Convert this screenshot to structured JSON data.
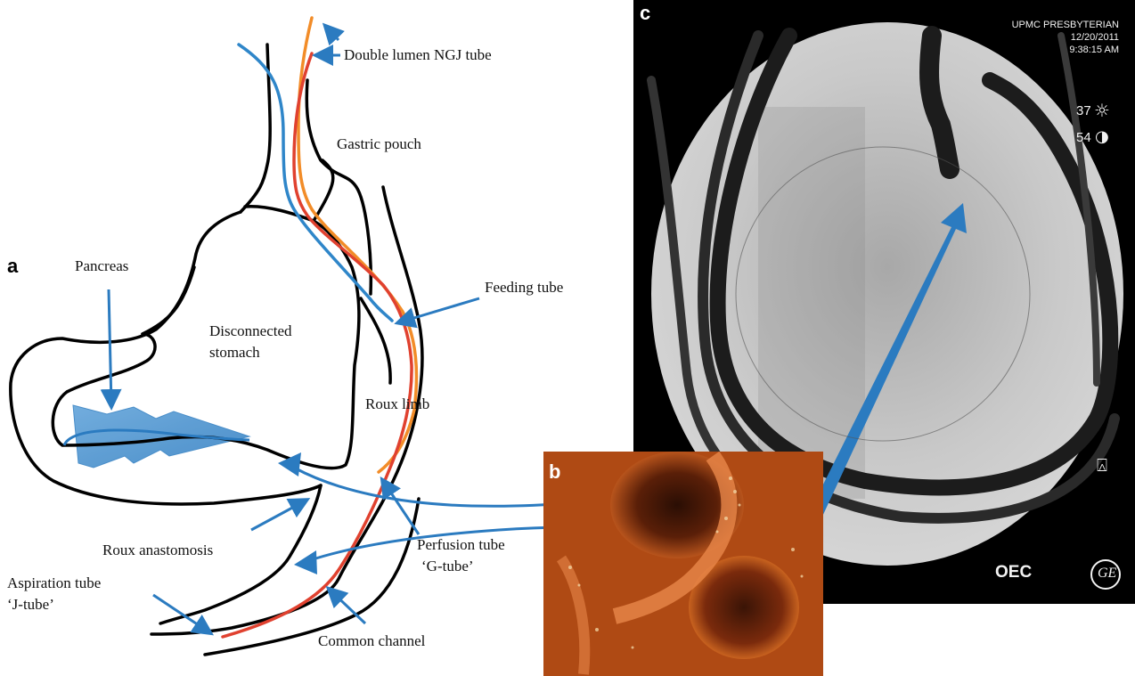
{
  "panels": {
    "a": "a",
    "b": "b",
    "c": "c"
  },
  "labels": {
    "double_lumen": "Double lumen NGJ tube",
    "gastric_pouch": "Gastric pouch",
    "pancreas": "Pancreas",
    "feeding_tube": "Feeding tube",
    "disconnected_stomach_1": "Disconnected",
    "disconnected_stomach_2": "stomach",
    "roux_limb": "Roux limb",
    "roux_anastomosis": "Roux anastomosis",
    "perfusion_tube_1": "Perfusion tube",
    "perfusion_tube_2": "‘G-tube’",
    "aspiration_tube_1": "Aspiration tube",
    "aspiration_tube_2": "‘J-tube’",
    "common_channel": "Common channel"
  },
  "xray": {
    "hospital": "UPMC PRESBYTERIAN",
    "date": "12/20/2011",
    "time": "9:38:15 AM",
    "brightness": "37",
    "contrast": "54",
    "brand": "OEC",
    "logo": "GE"
  },
  "colors": {
    "blue_tube": "#2f86c9",
    "red_tube": "#e0412f",
    "orange_tube": "#f28c28",
    "arrow_blue": "#2b7bc0"
  }
}
